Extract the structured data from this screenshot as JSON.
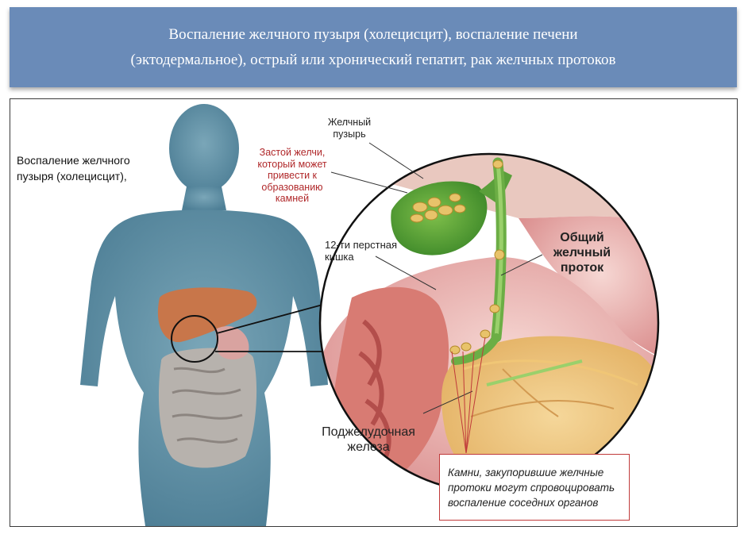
{
  "header": {
    "line1": "Воспаление желчного пузыря (холецисцит), воспаление печени",
    "line2": "(эктодермальное), острый или хронический гепатит, рак желчных протоков"
  },
  "side_note": {
    "line1": "Воспаление желчного",
    "line2": "пузыря (холецисцит),"
  },
  "labels": {
    "gallbladder": [
      "Желчный",
      "пузырь"
    ],
    "bile_stasis": [
      "Застой желчи,",
      "который может",
      "привести к",
      "образованию",
      "камней"
    ],
    "duodenum": [
      "12-ти перстная",
      "кишка"
    ],
    "bile_duct": [
      "Общий",
      "желчный",
      "проток"
    ],
    "pancreas": [
      "Поджелудочная",
      "железа"
    ],
    "stones_note": [
      "Камни, закупорившие желчные",
      "протоки могут спровоцировать",
      "воспаление соседних органов"
    ]
  },
  "colors": {
    "header_bg": "#6a8bb8",
    "silhouette": "#5b8aa0",
    "warning_red": "#b0282a"
  }
}
